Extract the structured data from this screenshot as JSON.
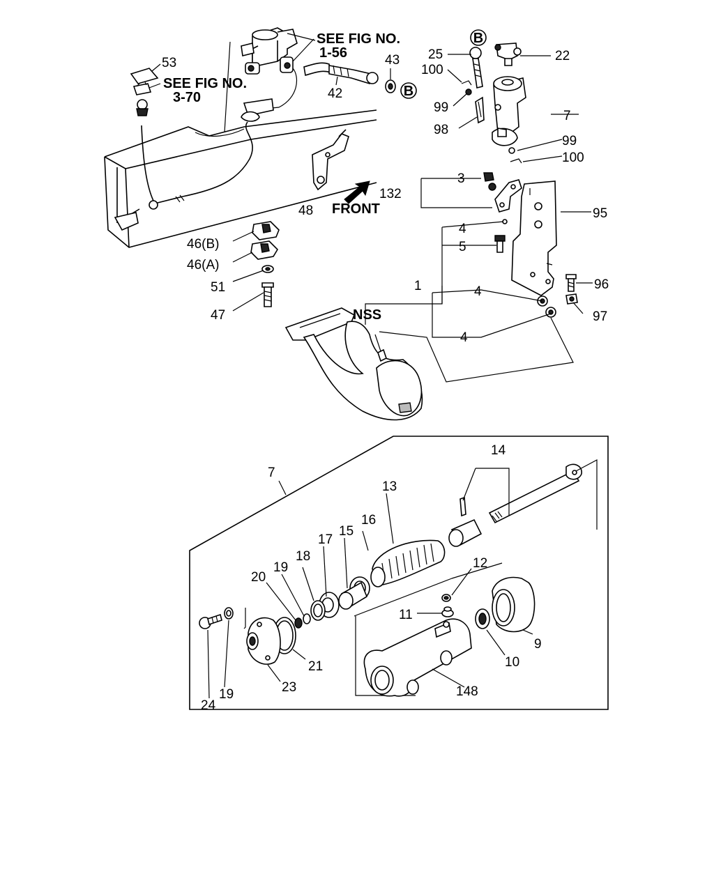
{
  "labels": {
    "see_fig_1_line1": "SEE FIG NO.",
    "see_fig_1_line2": "1-56",
    "see_fig_2_line1": "SEE FIG NO.",
    "see_fig_2_line2": "3-70",
    "front": "FRONT",
    "nss": "NSS",
    "circle_b": "B",
    "p53": "53",
    "p43": "43",
    "p42": "42",
    "p25": "25",
    "p22": "22",
    "p100": "100",
    "p99": "99",
    "p7": "7",
    "p98": "98",
    "p3": "3",
    "p132": "132",
    "p95": "95",
    "p48": "48",
    "p46b": "46(B)",
    "p46a": "46(A)",
    "p4": "4",
    "p5": "5",
    "p1": "1",
    "p96": "96",
    "p51": "51",
    "p47": "47",
    "p97": "97",
    "p14": "14",
    "p13": "13",
    "p16": "16",
    "p15": "15",
    "p17": "17",
    "p18": "18",
    "p19": "19",
    "p20": "20",
    "p12": "12",
    "p11": "11",
    "p9": "9",
    "p10": "10",
    "p21": "21",
    "p23": "23",
    "p24": "24",
    "p148": "148"
  }
}
